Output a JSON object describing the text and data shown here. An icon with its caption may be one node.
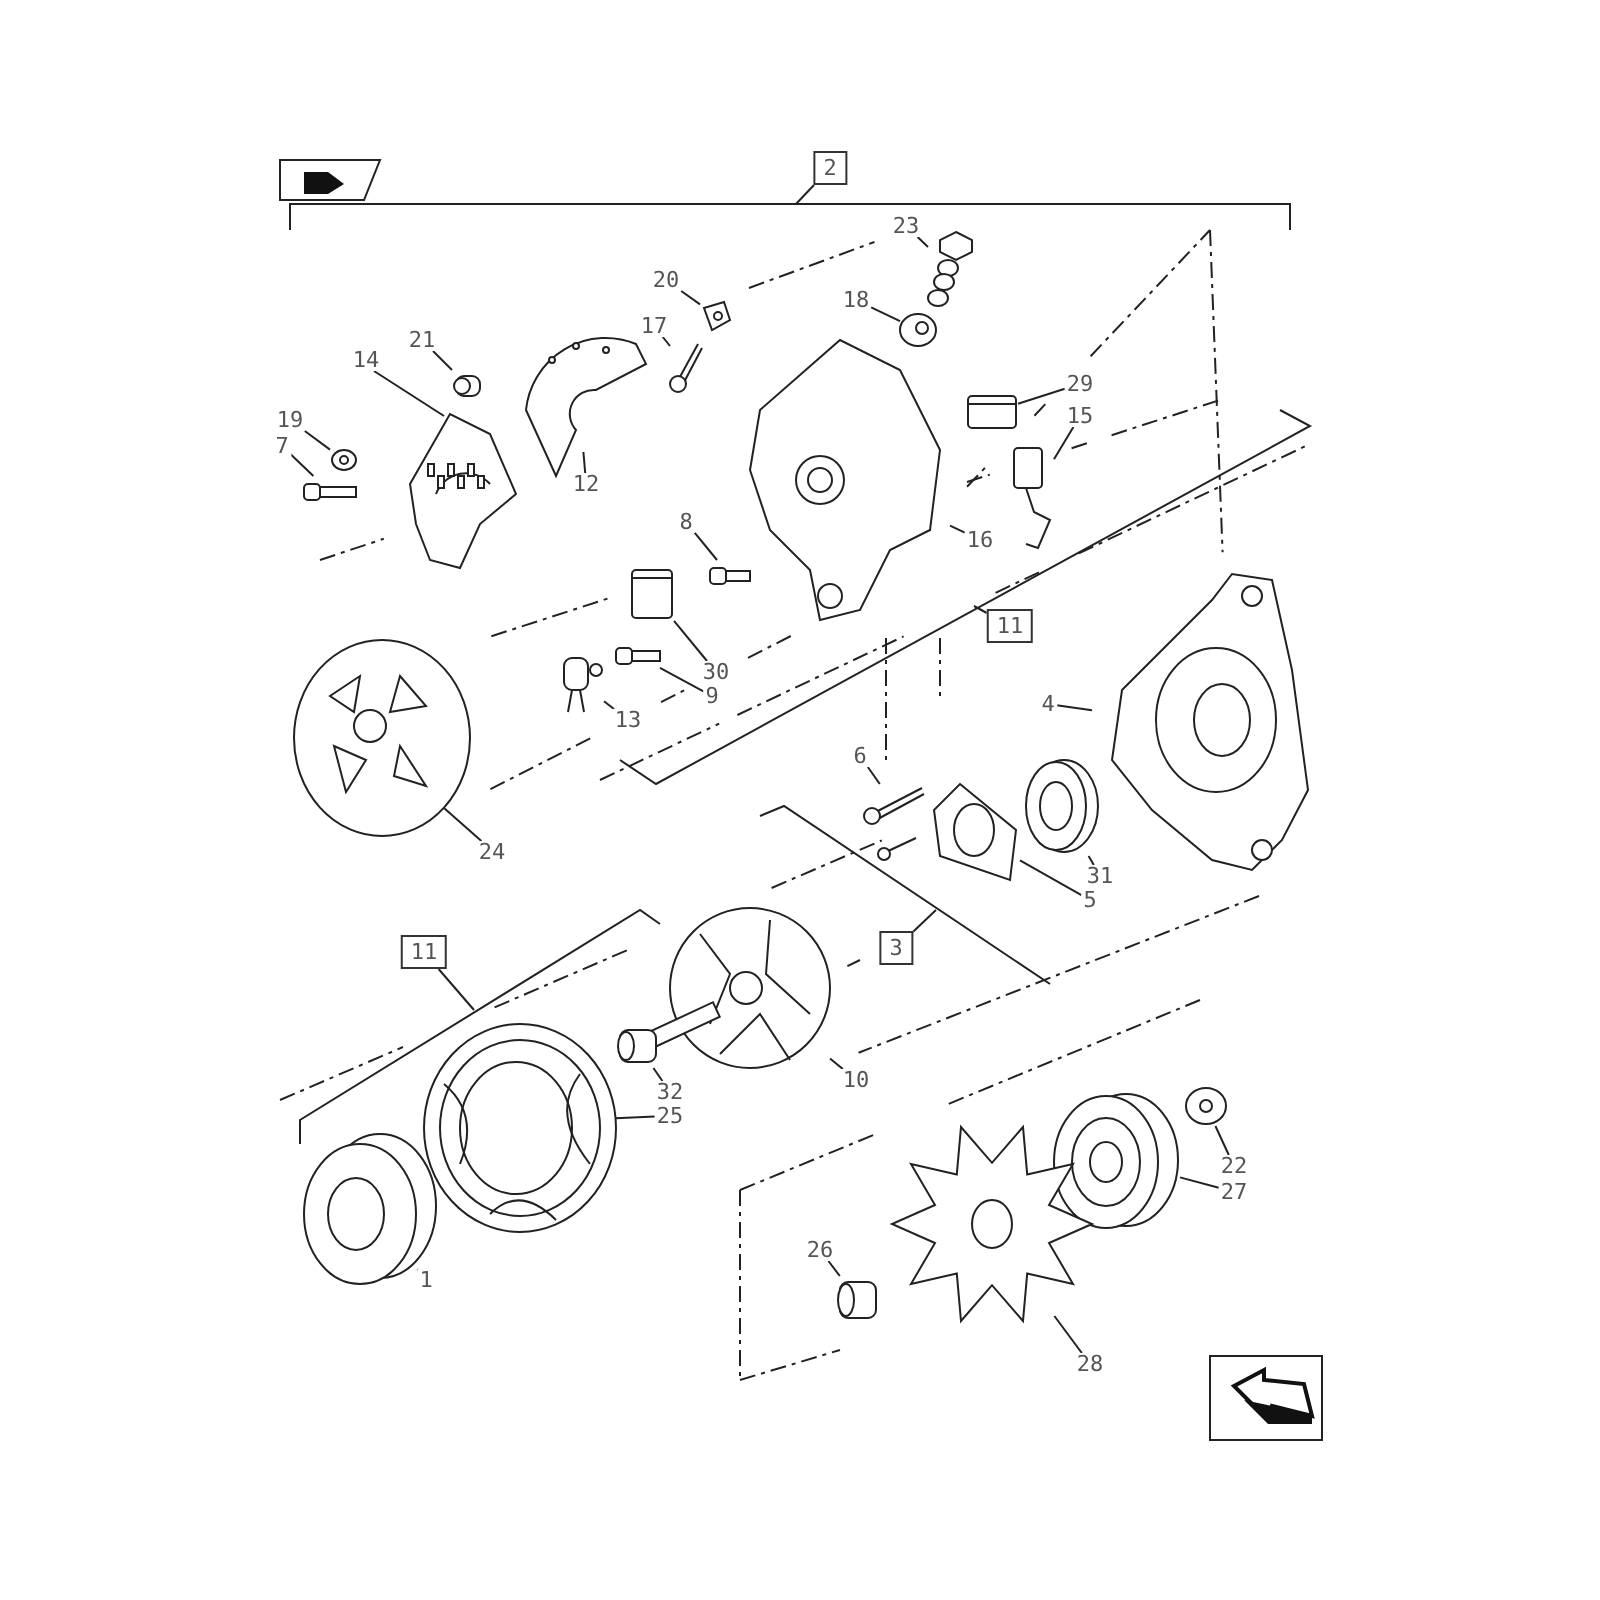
{
  "diagram": {
    "nodes": [
      {
        "text": [
          "2"
        ]
      },
      {
        "text": [
          "23"
        ]
      },
      {
        "text": [],
        "shape": "picture"
      },
      {
        "text": [
          "20"
        ]
      },
      {
        "text": [],
        "shape": "picture"
      },
      {
        "text": [
          "17"
        ]
      },
      {
        "text": [],
        "shape": "picture"
      },
      {
        "text": [
          "18"
        ]
      },
      {
        "text": [],
        "shape": "picture"
      },
      {
        "text": [
          "21"
        ]
      },
      {
        "text": [],
        "shape": "picture"
      },
      {
        "text": [
          "14"
        ]
      },
      {
        "text": [],
        "shape": "picture"
      },
      {
        "text": [
          "19"
        ]
      },
      {
        "text": [],
        "shape": "picture"
      },
      {
        "text": [
          "7"
        ]
      },
      {
        "text": [],
        "shape": "picture"
      },
      {
        "text": [
          "29"
        ]
      },
      {
        "text": [],
        "shape": "picture"
      },
      {
        "text": [
          "15"
        ]
      },
      {
        "text": [],
        "shape": "picture"
      },
      {
        "text": [
          "12"
        ]
      },
      {
        "text": [],
        "shape": "picture"
      },
      {
        "text": [
          "16"
        ]
      },
      {
        "text": [],
        "shape": "picture"
      },
      {
        "text": [
          "8"
        ]
      },
      {
        "text": [],
        "shape": "picture"
      },
      {
        "text": [
          "11"
        ]
      },
      {
        "text": [
          "30"
        ]
      },
      {
        "text": [],
        "shape": "picture"
      },
      {
        "text": [
          "9"
        ]
      },
      {
        "text": [],
        "shape": "picture"
      },
      {
        "text": [
          "13"
        ]
      },
      {
        "text": [],
        "shape": "picture"
      },
      {
        "text": [
          "24"
        ]
      },
      {
        "text": [],
        "shape": "picture"
      },
      {
        "text": [
          "4"
        ]
      },
      {
        "text": [],
        "shape": "picture"
      },
      {
        "text": [
          "6"
        ]
      },
      {
        "text": [],
        "shape": "picture"
      },
      {
        "text": [
          "31"
        ]
      },
      {
        "text": [],
        "shape": "picture"
      },
      {
        "text": [
          "5"
        ]
      },
      {
        "text": [],
        "shape": "picture"
      },
      {
        "text": [
          "3"
        ]
      },
      {
        "text": [
          "11"
        ]
      },
      {
        "text": [
          "10"
        ]
      },
      {
        "text": [],
        "shape": "picture"
      },
      {
        "text": [
          "32"
        ]
      },
      {
        "text": [],
        "shape": "picture"
      },
      {
        "text": [
          "25"
        ]
      },
      {
        "text": [],
        "shape": "picture"
      },
      {
        "text": [
          "1"
        ]
      },
      {
        "text": [],
        "shape": "picture"
      },
      {
        "text": [
          "22"
        ]
      },
      {
        "text": [],
        "shape": "picture"
      },
      {
        "text": [
          "27"
        ]
      },
      {
        "text": [],
        "shape": "picture"
      },
      {
        "text": [
          "26"
        ]
      },
      {
        "text": [],
        "shape": "picture"
      },
      {
        "text": [
          "28"
        ]
      },
      {
        "text": [],
        "shape": "picture"
      }
    ],
    "edges": [
      {
        "from": 0,
        "to": null,
        "arrow": "none"
      },
      {
        "from": 1,
        "to": 2,
        "arrow": "none"
      },
      {
        "from": 3,
        "to": 4,
        "arrow": "none"
      },
      {
        "from": 5,
        "to": 6,
        "arrow": "none"
      },
      {
        "from": 7,
        "to": 8,
        "arrow": "none"
      },
      {
        "from": 9,
        "to": 10,
        "arrow": "none"
      },
      {
        "from": 11,
        "to": 12,
        "arrow": "none"
      },
      {
        "from": 13,
        "to": 14,
        "arrow": "none"
      },
      {
        "from": 15,
        "to": 16,
        "arrow": "none"
      },
      {
        "from": 17,
        "to": 18,
        "arrow": "none"
      },
      {
        "from": 19,
        "to": 20,
        "arrow": "none"
      },
      {
        "from": 21,
        "to": 22,
        "arrow": "none"
      },
      {
        "from": 23,
        "to": 24,
        "arrow": "none"
      },
      {
        "from": 25,
        "to": 26,
        "arrow": "none"
      },
      {
        "from": 27,
        "to": null,
        "arrow": "none"
      },
      {
        "from": 28,
        "to": 29,
        "arrow": "none"
      },
      {
        "from": 30,
        "to": 31,
        "arrow": "none"
      },
      {
        "from": 32,
        "to": 33,
        "arrow": "none"
      },
      {
        "from": 34,
        "to": 35,
        "arrow": "none"
      },
      {
        "from": 36,
        "to": 37,
        "arrow": "none"
      },
      {
        "from": 38,
        "to": 39,
        "arrow": "none"
      },
      {
        "from": 40,
        "to": 41,
        "arrow": "none"
      },
      {
        "from": 42,
        "to": 43,
        "arrow": "none"
      },
      {
        "from": 44,
        "to": null,
        "arrow": "none"
      },
      {
        "from": 45,
        "to": null,
        "arrow": "none"
      },
      {
        "from": 46,
        "to": 47,
        "arrow": "none"
      },
      {
        "from": 48,
        "to": 49,
        "arrow": "none"
      },
      {
        "from": 50,
        "to": 51,
        "arrow": "none"
      },
      {
        "from": 52,
        "to": 53,
        "arrow": "none"
      },
      {
        "from": 54,
        "to": 55,
        "arrow": "none"
      },
      {
        "from": 56,
        "to": 57,
        "arrow": "none"
      },
      {
        "from": 58,
        "to": 59,
        "arrow": "none"
      },
      {
        "from": 60,
        "to": 61,
        "arrow": "none"
      }
    ]
  }
}
